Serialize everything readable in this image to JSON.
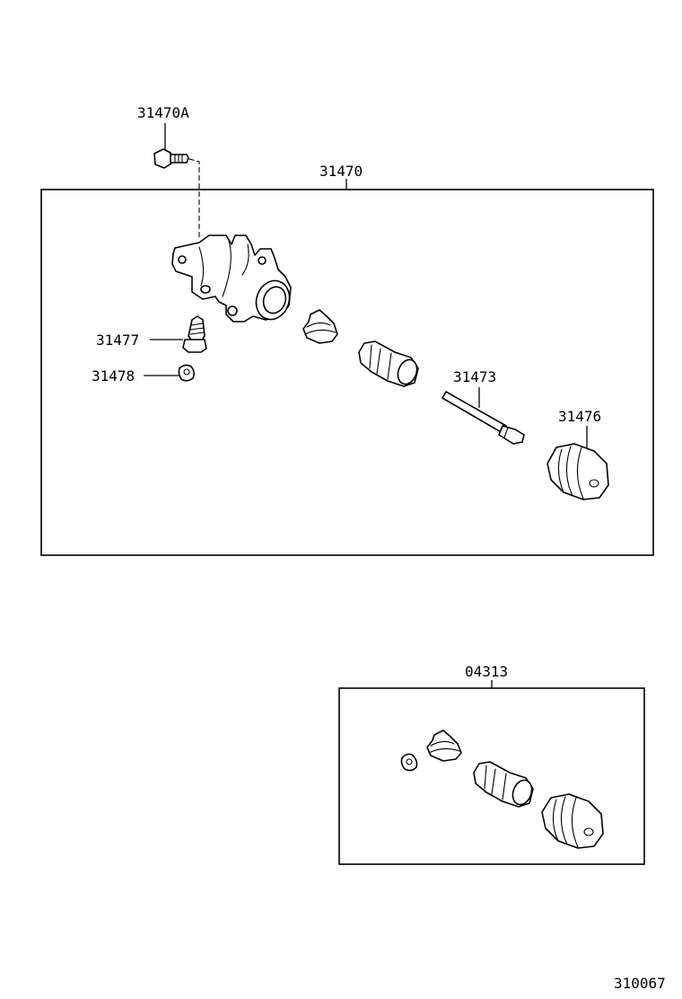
{
  "labels": {
    "bolt": "31470A",
    "assembly": "31470",
    "bleeder_plug": "31477",
    "bleeder_cap": "31478",
    "push_rod": "31473",
    "boot": "31476",
    "repair_kit": "04313",
    "diagram_id": "310067"
  }
}
